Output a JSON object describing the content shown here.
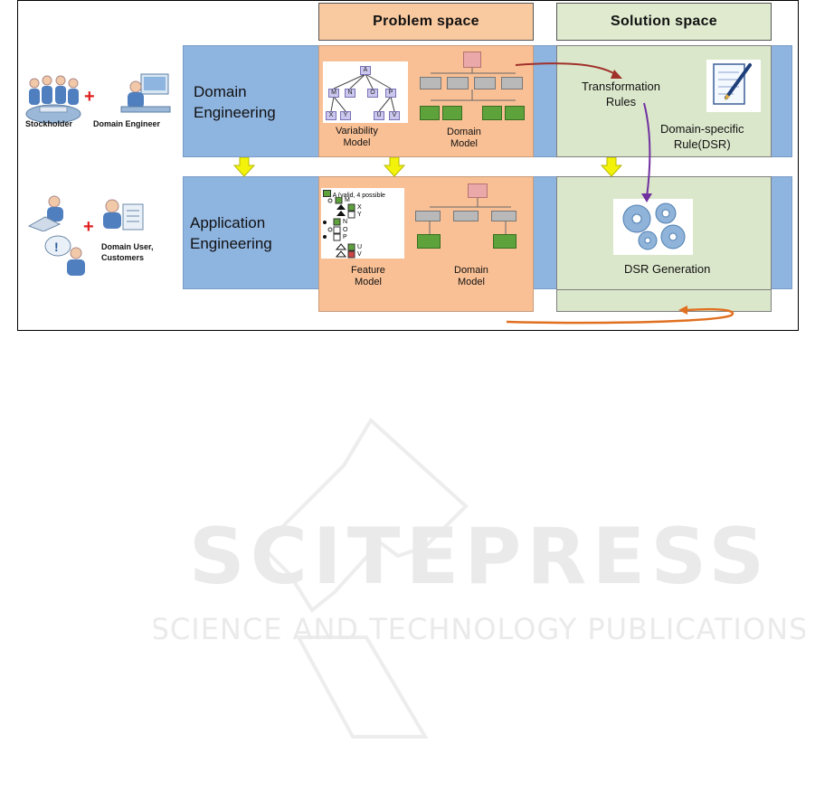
{
  "headers": {
    "problem_space": "Problem space",
    "solution_space": "Solution space"
  },
  "rows": {
    "domain_engineering": {
      "line1": "Domain",
      "line2": "Engineering"
    },
    "application_engineering": {
      "line1": "Application",
      "line2": "Engineering"
    }
  },
  "actors": {
    "stockholder": "Stockholder",
    "domain_engineer": "Domain Engineer",
    "domain_user_line1": "Domain User,",
    "domain_user_line2": "Customers"
  },
  "models": {
    "variability_line1": "Variability",
    "variability_line2": "Model",
    "domain_top_line1": "Domain",
    "domain_top_line2": "Model",
    "feature_line1": "Feature",
    "feature_line2": "Model",
    "domain_bottom_line1": "Domain",
    "domain_bottom_line2": "Model"
  },
  "solution": {
    "transformation_line1": "Transformation",
    "transformation_line2": "Rules",
    "dsr_line1": "Domain-specific",
    "dsr_line2": "Rule(DSR)",
    "generation": "DSR Generation"
  },
  "tree": {
    "root": "A",
    "level2": [
      "M",
      "N",
      "O",
      "P"
    ],
    "leaves": [
      "X",
      "Y",
      "U",
      "V"
    ]
  },
  "feature_model": {
    "root_label": "A (valid, 4 possible",
    "items": [
      "M",
      "X",
      "Y",
      "N",
      "O",
      "P",
      "U",
      "V"
    ]
  },
  "watermark": {
    "brand": "SCITEPRESS",
    "tagline": "SCIENCE AND TECHNOLOGY PUBLICATIONS"
  },
  "colors": {
    "orange_panel": "#fac095",
    "green_panel": "#dbe7cb",
    "blue_panel": "#8eb4e0",
    "arrow_red": "#a0312a",
    "arrow_purple": "#7030a0",
    "arrow_orange": "#e07020",
    "arrow_yellow": "#f2f20a"
  }
}
